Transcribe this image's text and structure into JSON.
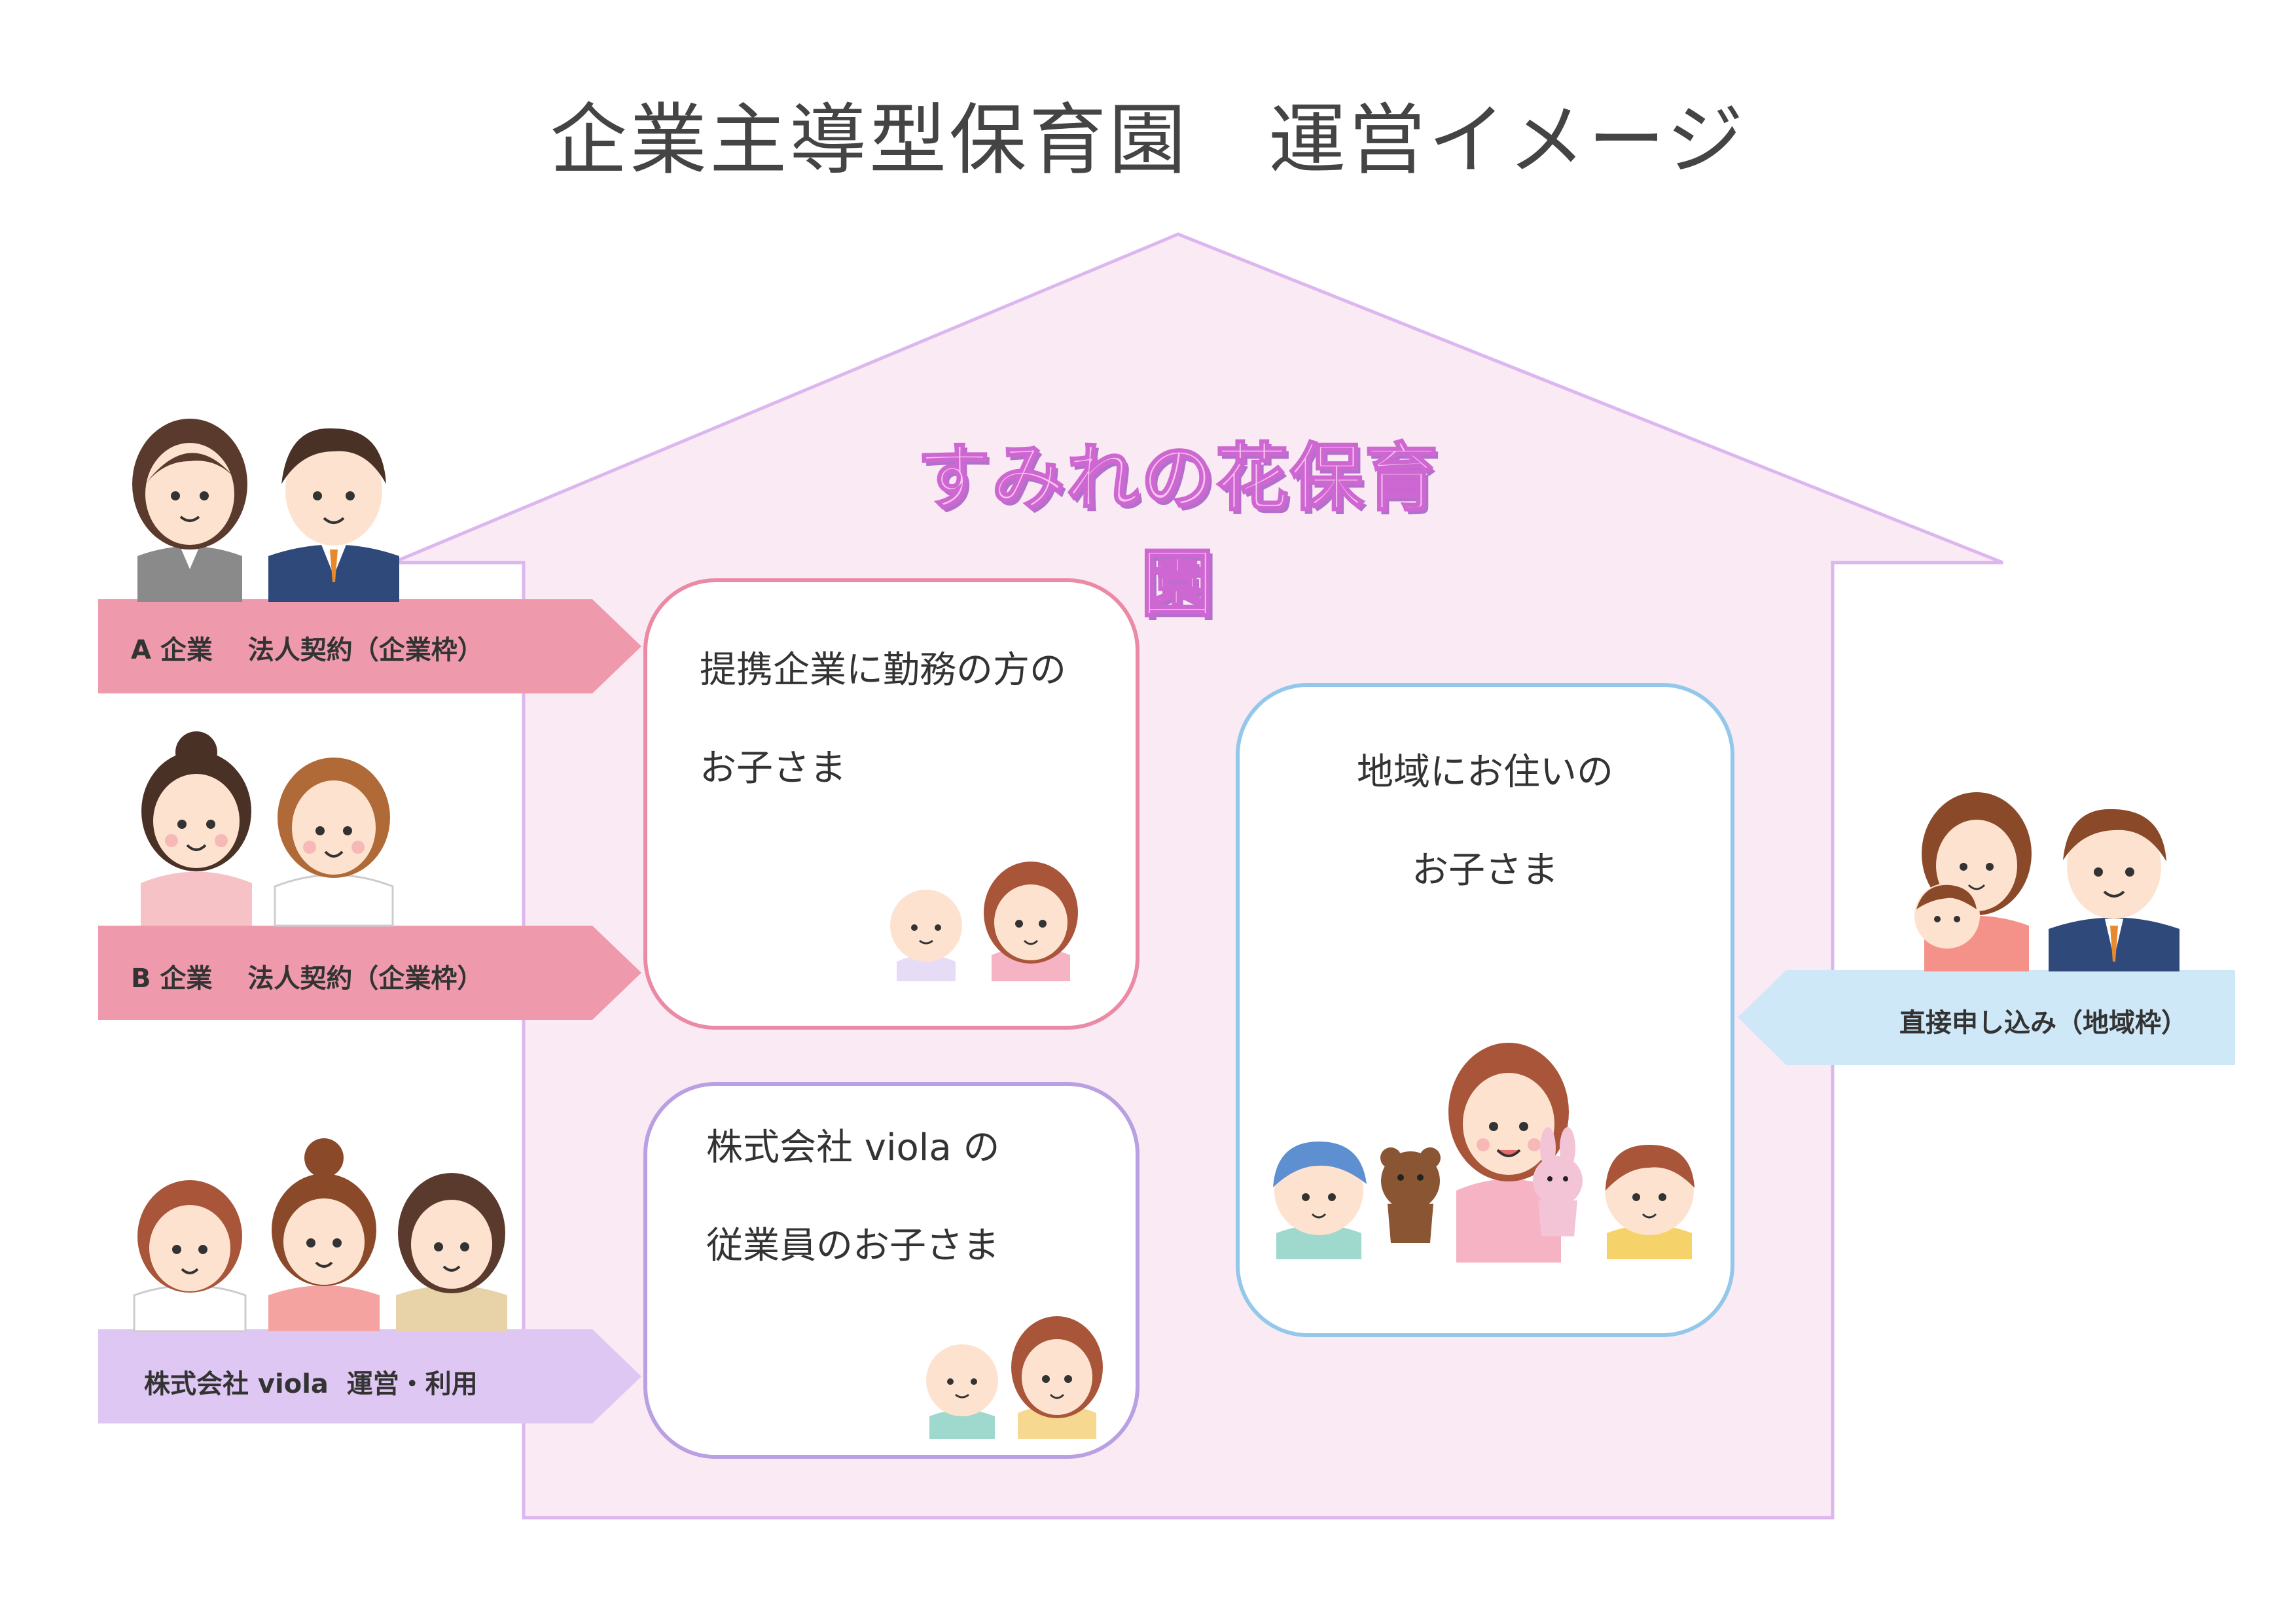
{
  "title": "企業主導型保育園　運営イメージ",
  "nursery_name": "すみれの花保育園",
  "cards": {
    "partner": {
      "line1": "提携企業に勤務の方の",
      "line2": "お子さま"
    },
    "viola": {
      "line1": "株式会社 viola の",
      "line2": "従業員のお子さま"
    },
    "local": {
      "line1": "地域にお住いの",
      "line2": "お子さま"
    }
  },
  "arrows": {
    "company_a": "A 企業　 法人契約（企業枠）",
    "company_b": "B 企業　 法人契約（企業枠）",
    "viola": "株式会社 viola  運営・利用",
    "direct": "直接申し込み（地域枠）"
  },
  "colors": {
    "house_fill": "#faeaf4",
    "house_outline": "#dcb6ee",
    "arrow_pink": "#ee9aac",
    "arrow_lavender": "#dfc7f3",
    "arrow_blue": "#cfe8f7",
    "card_pink_border": "#eb8aa5",
    "card_purple_border": "#b9a0e2",
    "card_blue_border": "#93c8ea"
  }
}
